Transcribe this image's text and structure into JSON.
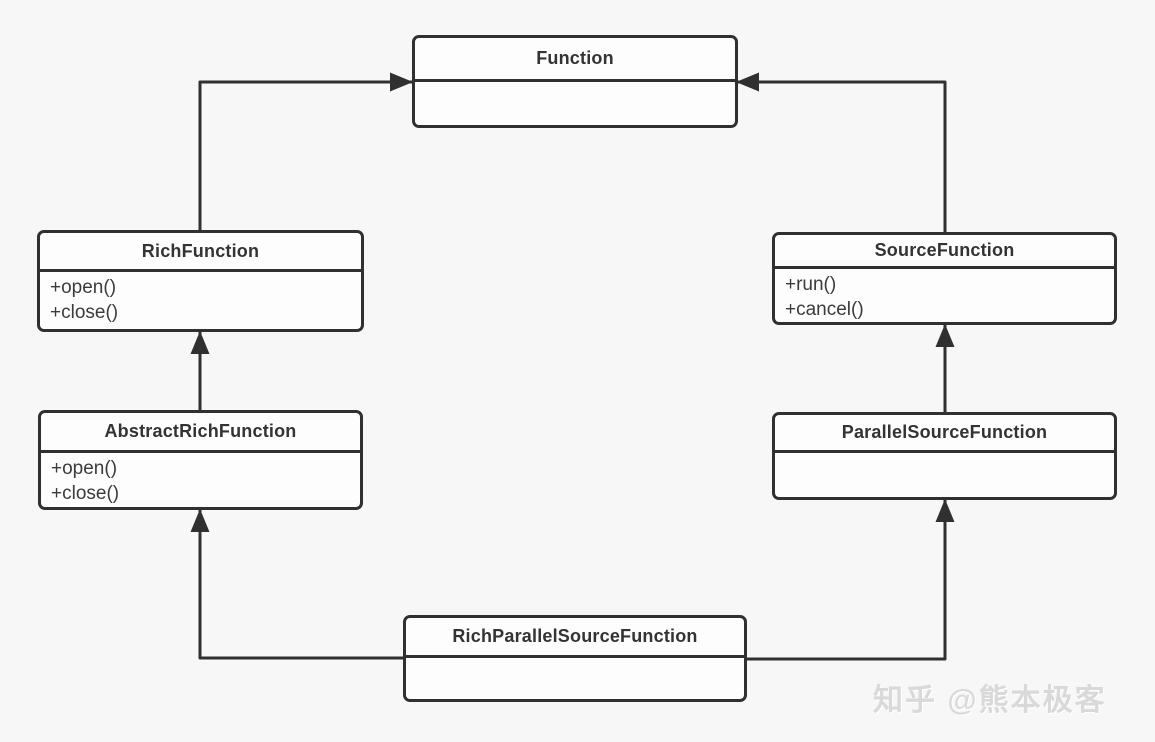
{
  "diagram": {
    "classes": [
      {
        "name": "Function",
        "methods": []
      },
      {
        "name": "RichFunction",
        "methods": [
          "+open()",
          "+close()"
        ]
      },
      {
        "name": "SourceFunction",
        "methods": [
          "+run()",
          "+cancel()"
        ]
      },
      {
        "name": "AbstractRichFunction",
        "methods": [
          "+open()",
          "+close()"
        ]
      },
      {
        "name": "ParallelSourceFunction",
        "methods": []
      },
      {
        "name": "RichParallelSourceFunction",
        "methods": []
      }
    ],
    "relations": [
      {
        "from": "RichFunction",
        "to": "Function",
        "type": "inheritance"
      },
      {
        "from": "SourceFunction",
        "to": "Function",
        "type": "inheritance"
      },
      {
        "from": "AbstractRichFunction",
        "to": "RichFunction",
        "type": "inheritance"
      },
      {
        "from": "ParallelSourceFunction",
        "to": "SourceFunction",
        "type": "inheritance"
      },
      {
        "from": "RichParallelSourceFunction",
        "to": "AbstractRichFunction",
        "type": "inheritance"
      },
      {
        "from": "RichParallelSourceFunction",
        "to": "ParallelSourceFunction",
        "type": "inheritance"
      }
    ],
    "colors": {
      "background": "#f7f7f7",
      "box_fill": "#fdfdfd",
      "stroke": "#303030",
      "title_text": "#333333",
      "method_text": "#3b3b3b",
      "watermark_text": "#d9d9d9"
    }
  },
  "watermark": {
    "text": "知乎 @熊本极客"
  }
}
